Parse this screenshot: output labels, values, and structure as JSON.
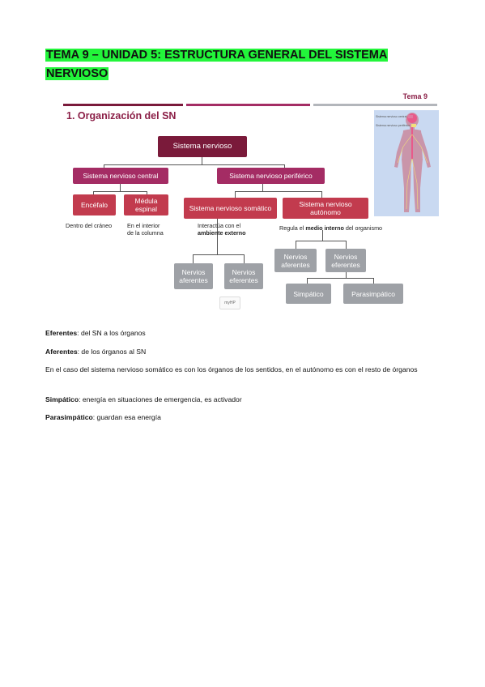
{
  "document": {
    "heading_line1": "TEMA 9 – UNIDAD 5: ESTRUCTURA GENERAL DEL SISTEMA",
    "heading_line2": "NERVIOSO"
  },
  "slide": {
    "tag": "Tema 9",
    "title": "1. Organización del SN",
    "bar_colors": [
      "#7a1a3a",
      "#a42c64",
      "#b3b6bb"
    ],
    "boxes": {
      "root": "Sistema nervioso",
      "central": "Sistema nervioso central",
      "peripheral": "Sistema nervioso periférico",
      "encefalo": "Encéfalo",
      "medula": "Médula espinal",
      "somatico": "Sistema nervioso somático",
      "autonomo": "Sistema nervioso autónomo",
      "som_aferentes": "Nervios aferentes",
      "som_eferentes": "Nervios eferentes",
      "aut_aferentes": "Nervios aferentes",
      "aut_eferentes": "Nervios eferentes",
      "simpatico": "Simpático",
      "parasimpatico": "Parasimpático"
    },
    "notes": {
      "encefalo_line1": "Dentro del cráneo",
      "medula_line1": "En el interior",
      "medula_line2": "de la columna",
      "somatico_line1": "Interactúa con el",
      "somatico_line2": "ambiente externo",
      "autonomo_prefix": "Regula el ",
      "autonomo_bold": "medio interno",
      "autonomo_suffix": " del organismo"
    },
    "legend": {
      "central_label": "Sistema nervioso central",
      "peripheral_label": "Sistema nervioso periférico",
      "central_color": "#e07aa0",
      "peripheral_color": "#f3e07a"
    },
    "footer_logo": "myHP"
  },
  "body": {
    "eferentes_term": "Eferentes",
    "eferentes_def": ": del SN a los órganos",
    "aferentes_term": "Aferentes",
    "aferentes_def": ": de los órganos al SN",
    "paragraph": "En el caso del sistema nervioso somático es con los órganos de los sentidos, en el autónomo es con el resto de órganos",
    "simpatico_term": "Simpático",
    "simpatico_def": ": energía en situaciones de emergencia, es activador",
    "parasimpatico_term": "Parasimpático",
    "parasimpatico_def": ": guardan esa energía"
  },
  "colors": {
    "highlight": "#22f53a",
    "root_box": "#7a1a3a",
    "level1_box": "#a42c64",
    "level2_box": "#c23b4e",
    "leaf_box": "#9ea1a6",
    "slide_title": "#8b1f47"
  }
}
